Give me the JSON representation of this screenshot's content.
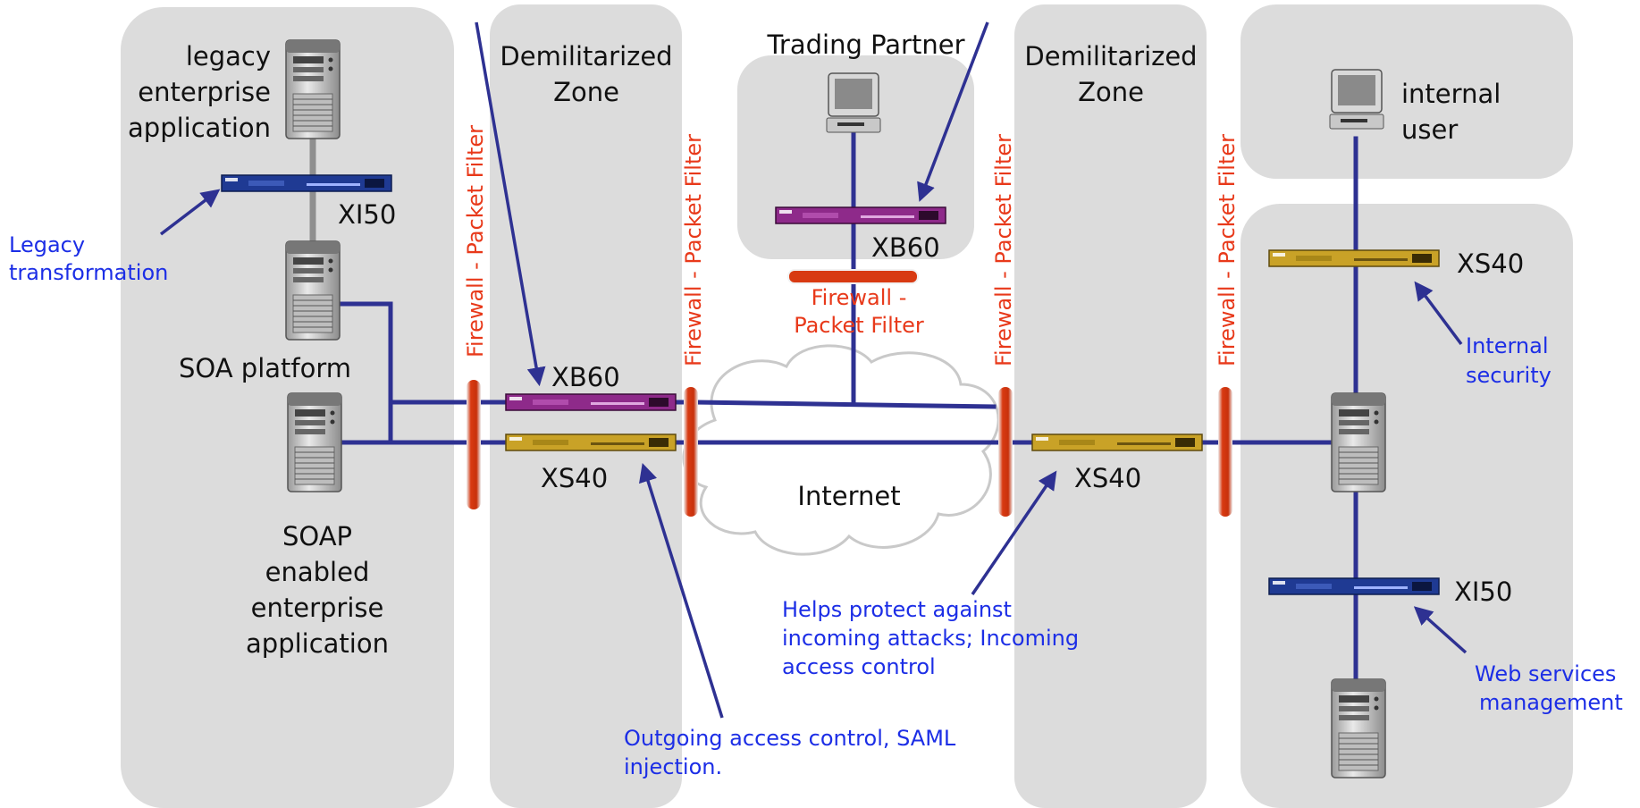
{
  "zones": {
    "dmz_left": [
      "Demilitarized",
      "Zone"
    ],
    "trading_partner": "Trading Partner",
    "dmz_right": [
      "Demilitarized",
      "Zone"
    ]
  },
  "firewall_label": "Firewall - Packet Filter",
  "firewall_label_split": [
    "Firewall -",
    "Packet Filter"
  ],
  "left_zone": {
    "legacy_app": [
      "legacy",
      "enterprise",
      "application"
    ],
    "xi50": "XI50",
    "soa_platform": "SOA platform",
    "soap_app": [
      "SOAP",
      "enabled",
      "enterprise",
      "application"
    ]
  },
  "dmz_devices": {
    "xb60": "XB60",
    "xs40": "XS40"
  },
  "trading_partner_device": "XB60",
  "internet": "Internet",
  "dmz_right_device": "XS40",
  "right_zone": {
    "internal_user": [
      "internal",
      "user"
    ],
    "xs40": "XS40",
    "xi50": "XI50"
  },
  "annotations": {
    "legacy_transformation": [
      "Legacy",
      "transformation"
    ],
    "internal_security": [
      "Internal",
      "security"
    ],
    "web_services_management": [
      "Web services",
      "management"
    ],
    "helps_protect": [
      "Helps protect against",
      "incoming attacks; Incoming",
      "access control"
    ],
    "outgoing_access": [
      "Outgoing access control, SAML",
      "injection."
    ]
  },
  "colors": {
    "zone_fill": "#dcdcdc",
    "link": "#2e3192",
    "firewall": "#d83a12",
    "annotation": "#1c2ee6",
    "firewall_text": "#e8391a",
    "appliance_blue": "#1f3a93",
    "appliance_gold": "#c9a227",
    "appliance_purple": "#8e2a8a"
  }
}
